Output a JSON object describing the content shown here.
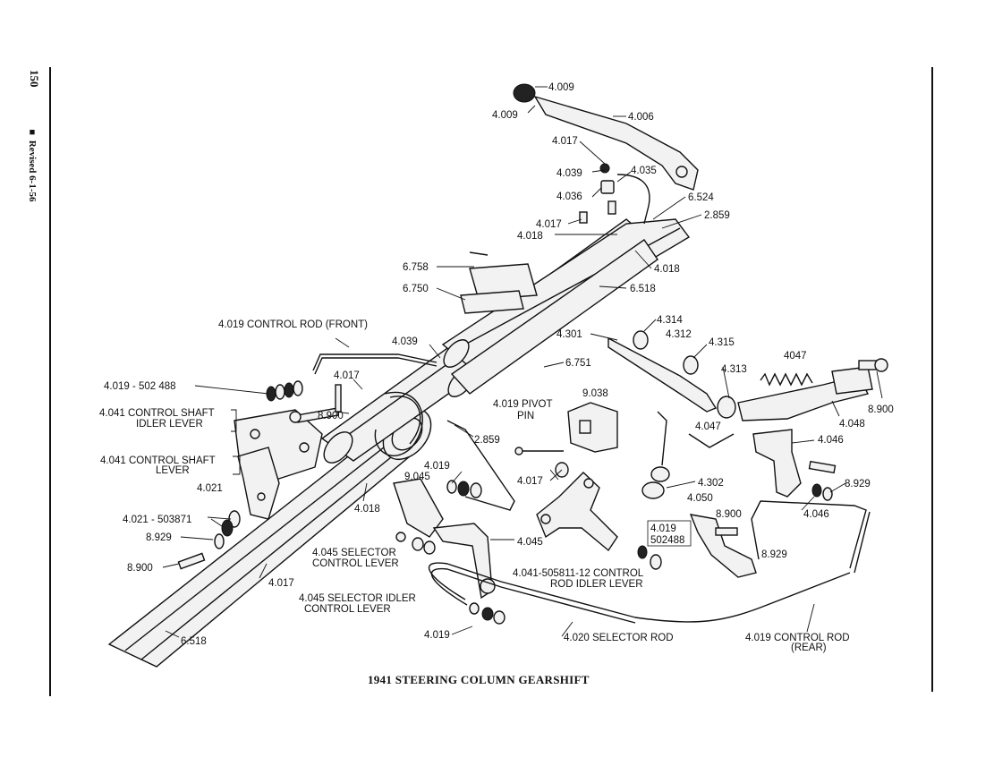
{
  "page": {
    "number": "150",
    "revised": "■ Revised 6-1-56",
    "title": "1941 STEERING COLUMN GEARSHIFT"
  },
  "labels": {
    "l4009a": "4.009",
    "l4009b": "4.009",
    "l4006": "4.006",
    "l4017a": "4.017",
    "l4039a": "4.039",
    "l4035": "4.035",
    "l4036": "4.036",
    "l6524": "6.524",
    "l2859a": "2.859",
    "l4017b": "4.017",
    "l4018a": "4.018",
    "l6758": "6.758",
    "l4018b": "4.018",
    "l6750": "6.750",
    "l6518a": "6.518",
    "l4019front": "4.019 CONTROL ROD (FRONT)",
    "l4314": "4.314",
    "l4301": "4.301",
    "l4312": "4.312",
    "l4315": "4.315",
    "l4039b": "4.039",
    "l6751": "6.751",
    "l4047a": "4047",
    "l4313": "4.313",
    "l4019_502488a": "4.019 - 502 488",
    "l4017c": "4.017",
    "l8900a": "8.900",
    "l8900b": "8.900",
    "l9038": "9.038",
    "l4019pivot1": "4.019 PIVOT",
    "l4019pivot2": "PIN",
    "l4041idler1": "4.041 CONTROL SHAFT",
    "l4041idler2": "IDLER LEVER",
    "l4047b": "4.047",
    "l4048": "4.048",
    "l2859b": "2.859",
    "l4046a": "4.046",
    "l4041lever1": "4.041 CONTROL SHAFT",
    "l4041lever2": "LEVER",
    "l4019b": "4.019",
    "l9045": "9.045",
    "l4017d": "4.017",
    "l4302": "4.302",
    "l8929a": "8.929",
    "l4021": "4.021",
    "l4018c": "4.018",
    "l4050": "4.050",
    "l4046b": "4.046",
    "l4021_503871": "4.021 - 503871",
    "l8900c": "8.900",
    "l8929b": "8.929",
    "l4019c1": "4.019",
    "l4019c2": "502488",
    "l4045a": "4.045",
    "l8929c": "8.929",
    "l4045sel1": "4.045 SELECTOR",
    "l4045sel2": "CONTROL LEVER",
    "l8900d": "8.900",
    "l4041_505811_1": "4.041-505811-12 CONTROL",
    "l4041_505811_2": "ROD IDLER LEVER",
    "l4017e": "4.017",
    "l4045idler1": "4.045 SELECTOR IDLER",
    "l4045idler2": "CONTROL LEVER",
    "l4019d": "4.019",
    "l4020": "4.020 SELECTOR ROD",
    "l4019rear1": "4.019 CONTROL ROD",
    "l4019rear2": "(REAR)",
    "l6518b": "6.518"
  }
}
